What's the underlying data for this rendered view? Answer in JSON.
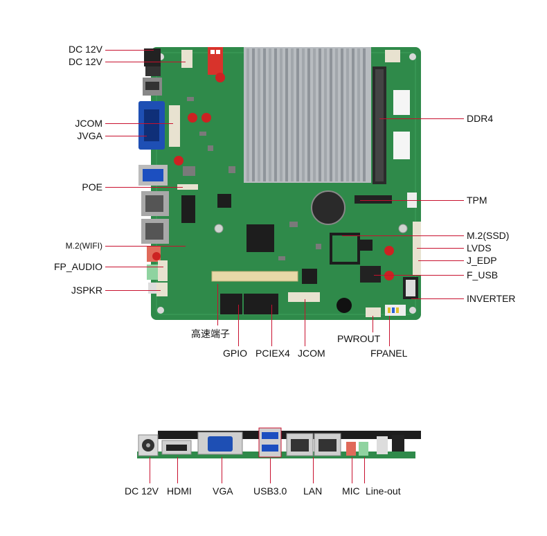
{
  "left_labels": {
    "dc12v_a": "DC 12V",
    "dc12v_b": "DC 12V",
    "jcom": "JCOM",
    "jvga": "JVGA",
    "poe": "POE",
    "m2wifi": "M.2(WIFI)",
    "fp_audio": "FP_AUDIO",
    "jspkr": "JSPKR"
  },
  "right_labels": {
    "ddr4": "DDR4",
    "tpm": "TPM",
    "m2ssd": "M.2(SSD)",
    "lvds": "LVDS",
    "j_edp": "J_EDP",
    "f_usb": "F_USB",
    "inverter": "INVERTER"
  },
  "bottom_labels": {
    "highspeed": "高速端子",
    "pwrout": "PWROUT",
    "gpio": "GPIO",
    "pciex4": "PCIEX4",
    "jcom": "JCOM",
    "fpanel": "FPANEL"
  },
  "io_labels": {
    "dc12v": "DC 12V",
    "hdmi": "HDMI",
    "vga": "VGA",
    "usb30": "USB3.0",
    "lan": "LAN",
    "mic": "MIC",
    "lineout": "Line-out"
  },
  "colors": {
    "pcb": "#2f8a4a",
    "pcb_dark": "#1f6b36",
    "leader": "#c8102e",
    "heatsink": "#b8bcc0",
    "vga_blue": "#1e4fb4"
  }
}
